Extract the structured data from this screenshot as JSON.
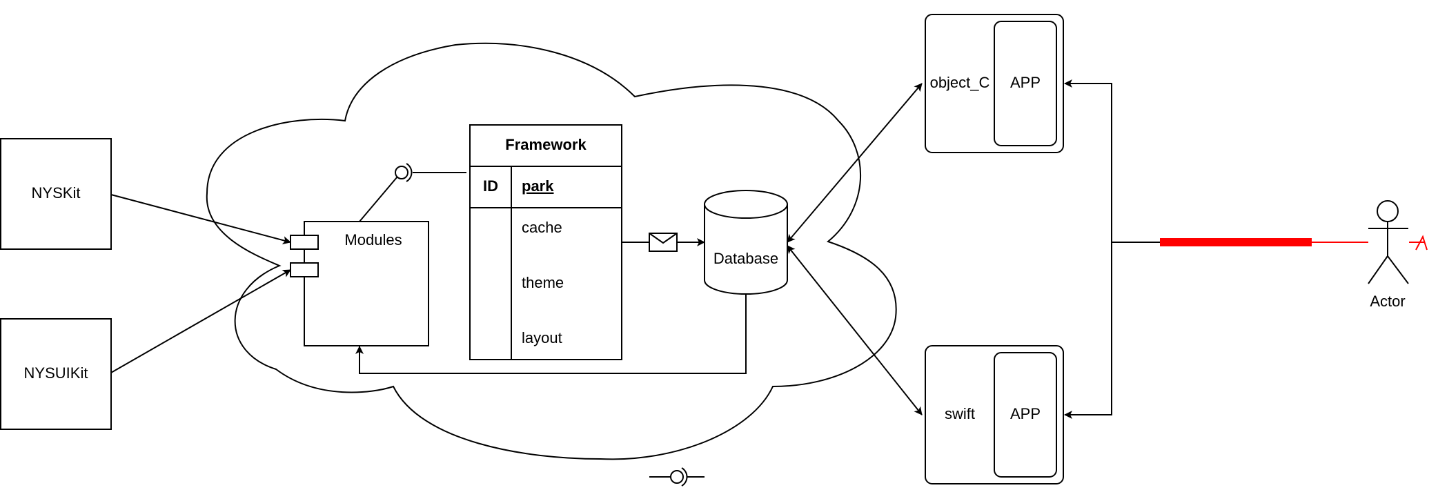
{
  "nodes": {
    "nyskit": "NYSKit",
    "nysuikit": "NYSUIKit",
    "modules": "Modules",
    "database": "Database",
    "actor": "Actor",
    "objc": {
      "lang": "object_C",
      "app": "APP"
    },
    "swift": {
      "lang": "swift",
      "app": "APP"
    }
  },
  "framework_table": {
    "title": "Framework",
    "key_col": "ID",
    "key_field": "park",
    "rows": [
      "cache",
      "theme",
      "layout"
    ]
  },
  "colors": {
    "stroke": "#000000",
    "highlight": "#ff0000"
  }
}
